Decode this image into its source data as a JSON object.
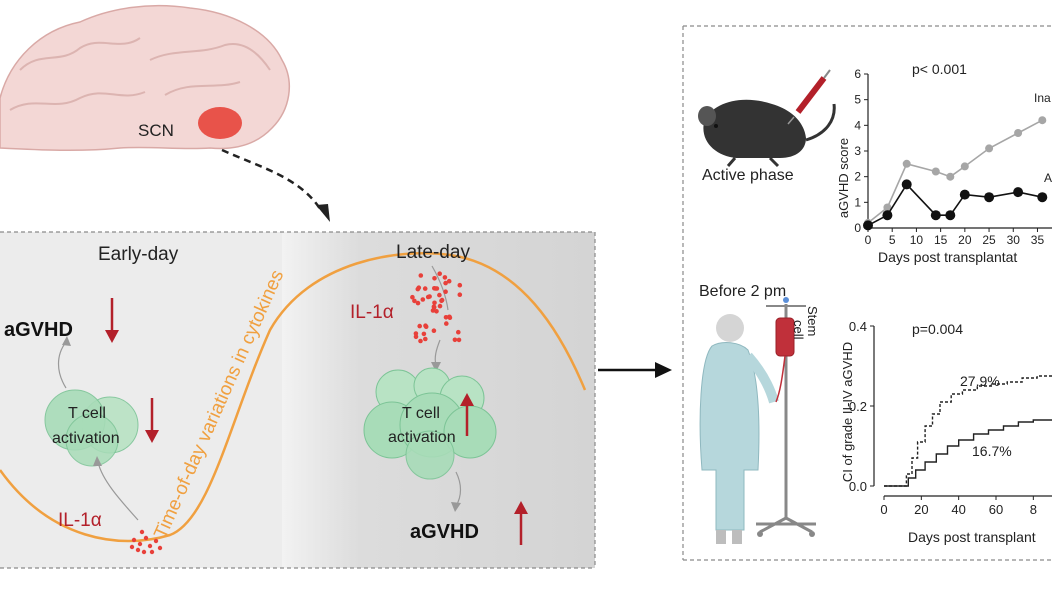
{
  "colors": {
    "down_arrow": "#b3202a",
    "curve": "#f0a040",
    "cytokine_text": "#f0a040",
    "il1a_text": "#b3202a",
    "scn": "#e8534a",
    "brain": "#f3d7d5",
    "cell": "#a8dcb8",
    "late_bg": "#d9d9d9",
    "early_bg": "#ebebeb",
    "inactive_series": "#a6a6a6",
    "active_series": "#111111"
  },
  "brain": {
    "scn_label": "SCN"
  },
  "left_panel": {
    "early_label": "Early-day",
    "late_label": "Late-day",
    "curve_label": "Time-of-day variations in cytokines",
    "early": {
      "agvhd_label": "aGVHD",
      "tcell_line1": "T cell",
      "tcell_line2": "activation",
      "il1a_label": "IL-1α"
    },
    "late": {
      "agvhd_label": "aGVHD",
      "tcell_line1": "T cell",
      "tcell_line2": "activation",
      "il1a_label": "IL-1α"
    }
  },
  "right_panel": {
    "mouse_label": "Active phase",
    "patient_label": "Before 2 pm",
    "stem_cell_label_1": "Stem",
    "stem_cell_label_2": "cell"
  },
  "chart_data": [
    {
      "type": "line",
      "annotation": "p< 0.001",
      "ylabel": "aGVHD score",
      "xlabel": "Days post transplantat",
      "ylim": [
        0,
        6
      ],
      "yticks": [
        "0",
        "1",
        "2",
        "3",
        "4",
        "5",
        "6"
      ],
      "xticks": [
        "0",
        "5",
        "10",
        "15",
        "20",
        "25",
        "30",
        "35"
      ],
      "series": [
        {
          "name": "Ina",
          "x": [
            0,
            4,
            8,
            14,
            17,
            20,
            25,
            31,
            36
          ],
          "y": [
            0.2,
            0.8,
            2.5,
            2.2,
            2.0,
            2.4,
            3.1,
            3.7,
            4.2
          ]
        },
        {
          "name": "A",
          "x": [
            0,
            4,
            8,
            14,
            17,
            20,
            25,
            31,
            36
          ],
          "y": [
            0.1,
            0.5,
            1.7,
            0.5,
            0.5,
            1.3,
            1.2,
            1.4,
            1.2
          ]
        }
      ]
    },
    {
      "type": "line",
      "annotation": "p=0.004",
      "ylabel": "CI of grade II-IV aGVHD",
      "xlabel": "Days post transplant",
      "ylim": [
        0,
        0.4
      ],
      "yticks": [
        "0.0",
        "0.2",
        "0.4"
      ],
      "xticks": [
        "0",
        "20",
        "40",
        "60",
        "8"
      ],
      "labels": [
        "27.9%",
        "16.7%"
      ],
      "series": [
        {
          "x": [
            0,
            10,
            12,
            15,
            18,
            22,
            26,
            30,
            36,
            42,
            50,
            58,
            66,
            74,
            82,
            90
          ],
          "y": [
            0,
            0,
            0.03,
            0.07,
            0.11,
            0.15,
            0.18,
            0.21,
            0.23,
            0.24,
            0.25,
            0.255,
            0.26,
            0.27,
            0.275,
            0.279
          ]
        },
        {
          "x": [
            0,
            10,
            13,
            17,
            22,
            28,
            34,
            40,
            48,
            56,
            64,
            72,
            80,
            90
          ],
          "y": [
            0,
            0,
            0.02,
            0.04,
            0.06,
            0.08,
            0.1,
            0.115,
            0.13,
            0.14,
            0.15,
            0.16,
            0.165,
            0.167
          ]
        }
      ]
    }
  ]
}
